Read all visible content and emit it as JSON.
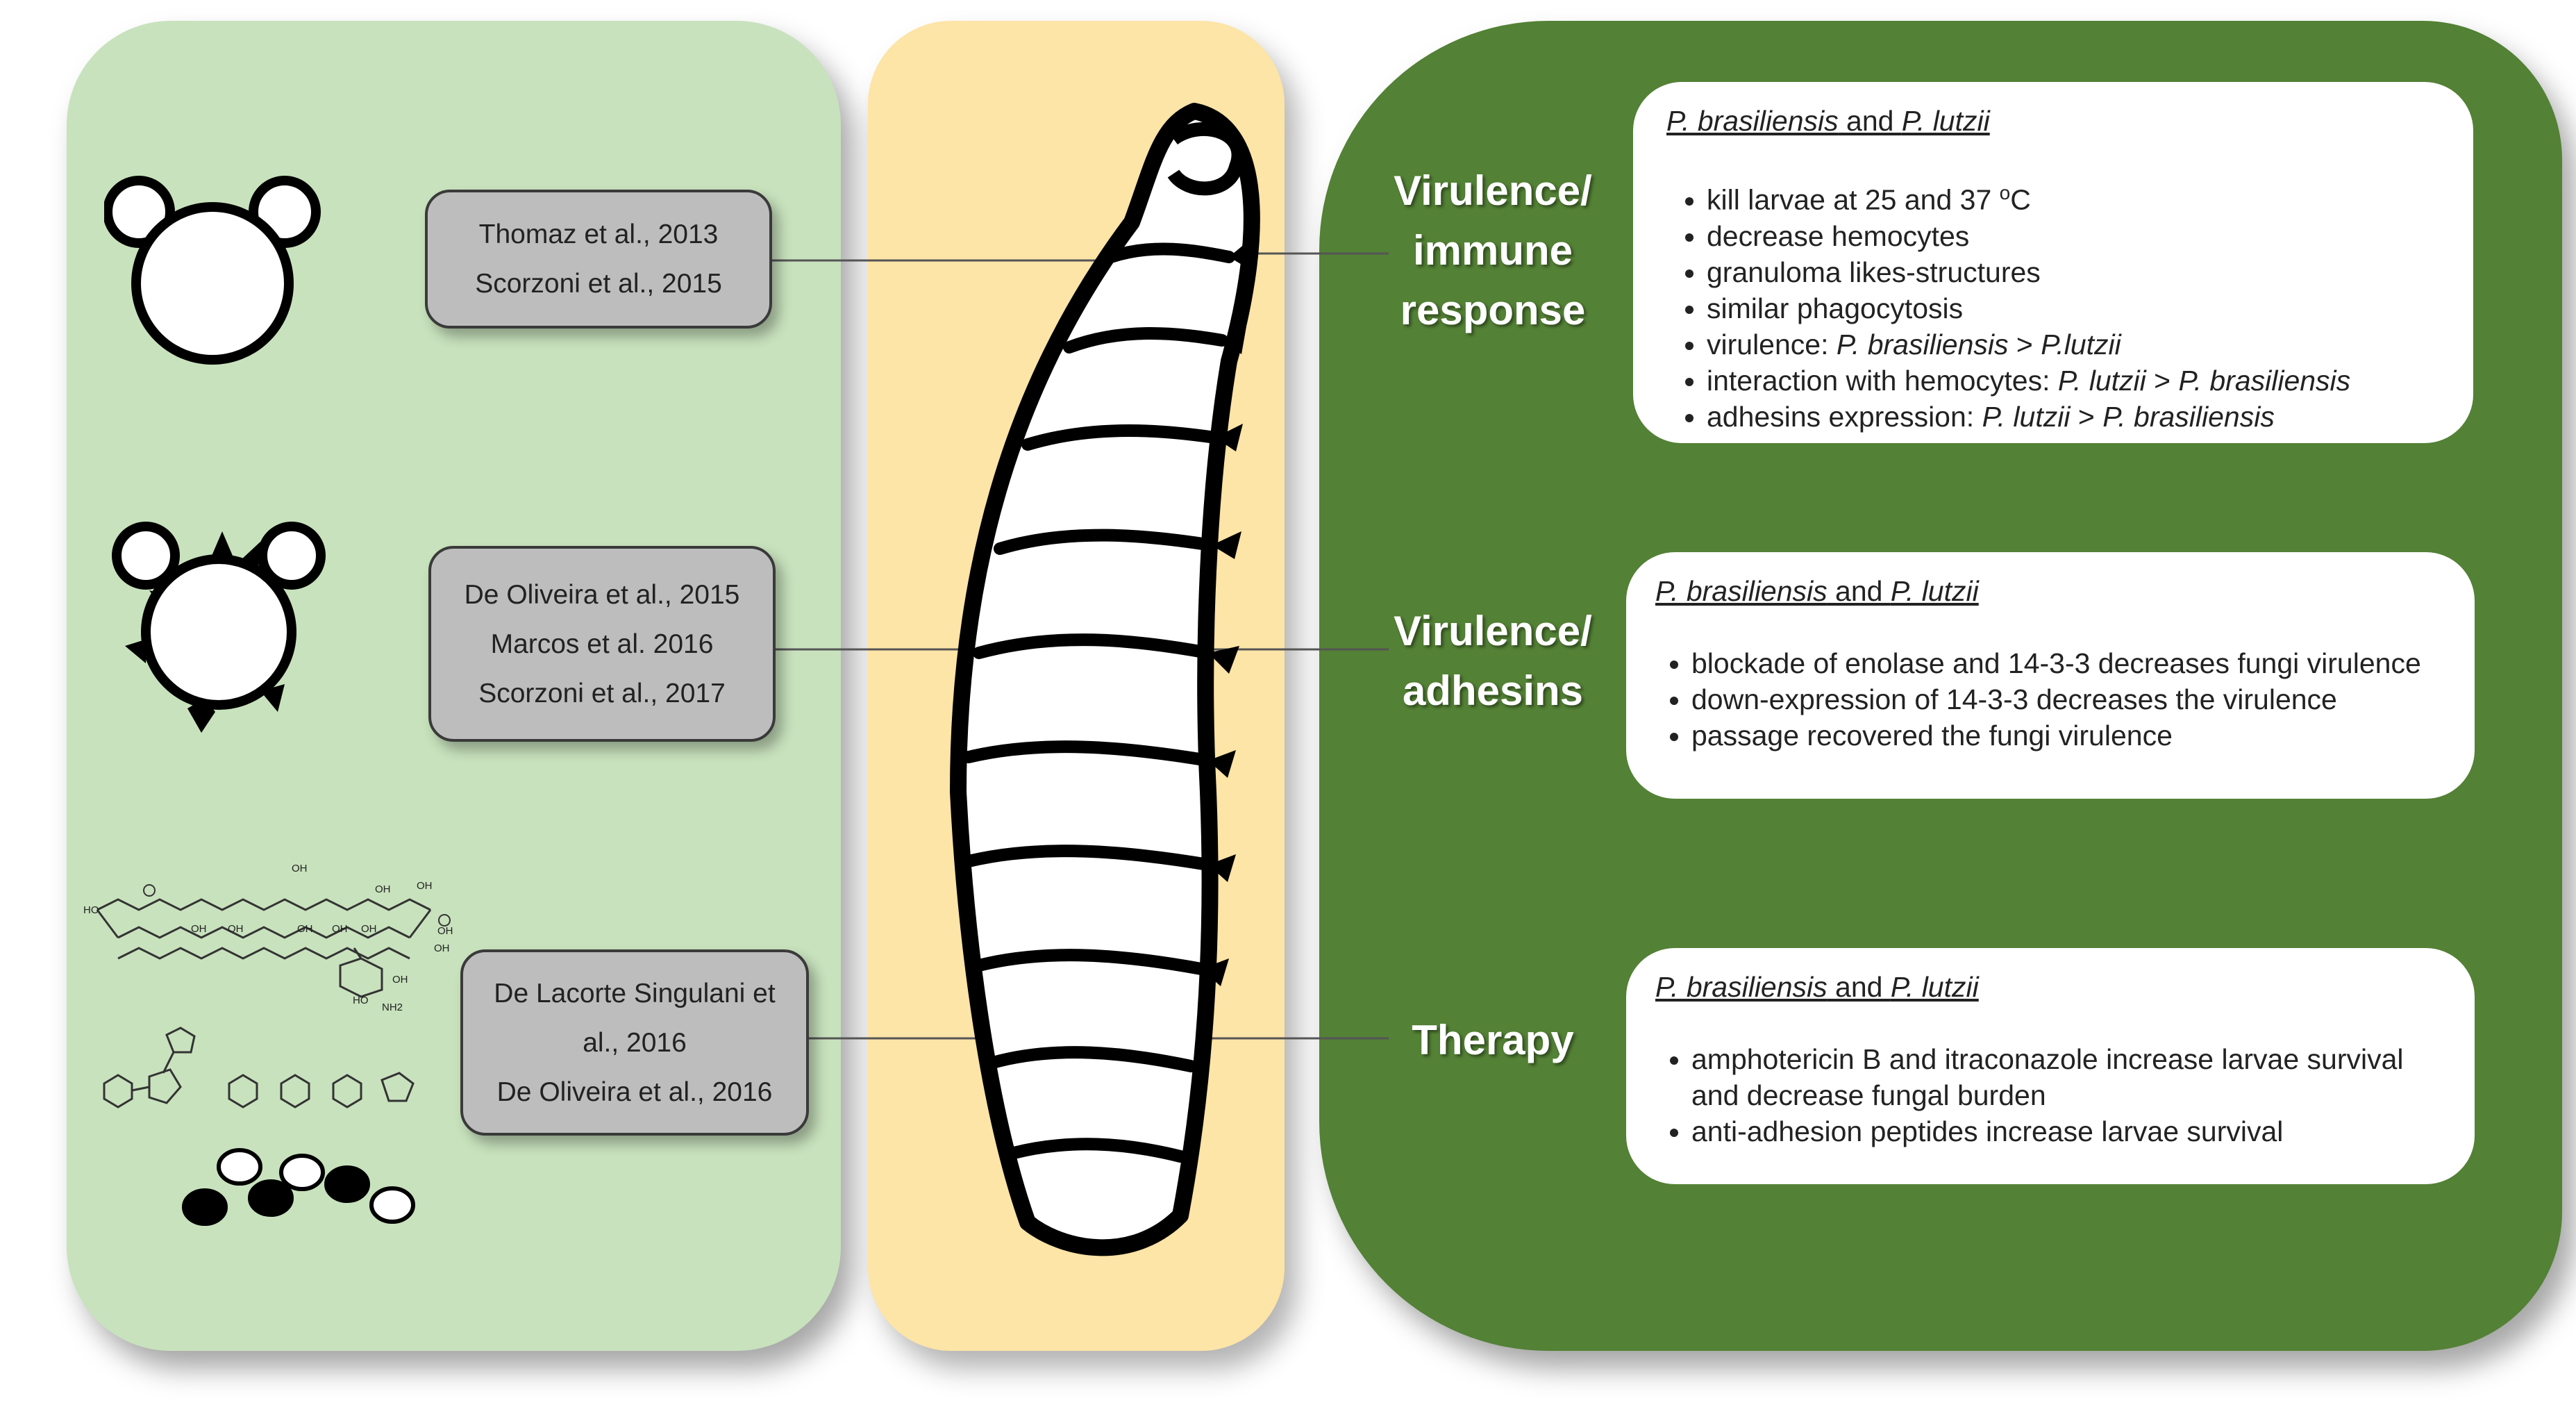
{
  "colors": {
    "left_panel": "#c8e2bd",
    "middle_panel": "#fde4a7",
    "right_panel": "#538135",
    "reference_box": "#bdbdbd",
    "info_box": "#ffffff"
  },
  "icons": {
    "yeast_cell": "yeast-mother-cell-with-two-buds-icon",
    "yeast_adhesins": "yeast-cell-with-surface-adhesins-icon",
    "amphotericin": "amphotericin-b-chemical-structure-icon",
    "itraconazole": "itraconazole-chemical-structure-icon",
    "peptide": "peptide-chain-icon",
    "larva": "galleria-mellonella-larva-icon"
  },
  "amphotericin_labels": [
    "OH",
    "OH",
    "OH",
    "OH",
    "OH",
    "OH",
    "OH",
    "OH",
    "OH",
    "OH",
    "OH",
    "HO",
    "HO",
    "NH2"
  ],
  "references": [
    {
      "lines": [
        "Thomaz et al., 2013",
        "Scorzoni et al., 2015"
      ]
    },
    {
      "lines": [
        "De Oliveira et al., 2015",
        "Marcos et al. 2016",
        "Scorzoni et al., 2017"
      ]
    },
    {
      "lines": [
        "De Lacorte Singulani et",
        "al., 2016",
        "De Oliveira et al., 2016"
      ]
    }
  ],
  "sections": [
    {
      "label_lines": [
        "Virulence/",
        "immune",
        "response"
      ],
      "title": {
        "s1": "P. brasiliensis",
        "and": " and ",
        "s2": "P. lutzii"
      },
      "items": [
        {
          "text": "kill larvae at 25 and 37 ",
          "sup": "o",
          "tail": "C"
        },
        {
          "text": "decrease hemocytes"
        },
        {
          "text": "granuloma likes-structures"
        },
        {
          "text": "similar phagocytosis"
        },
        {
          "text": "virulence: ",
          "i1": "P. brasiliensis",
          "mid": " > ",
          "i2": "P.lutzii"
        },
        {
          "text": "interaction with hemocytes: ",
          "i1": "P. lutzii",
          "mid": " > ",
          "i2": "P. brasiliensis"
        },
        {
          "text": "adhesins expression: ",
          "i1": "P. lutzii",
          "mid": " > ",
          "i2": "P. brasiliensis"
        }
      ]
    },
    {
      "label_lines": [
        "Virulence/",
        "adhesins"
      ],
      "title": {
        "s1": "P. brasiliensis",
        "and": " and ",
        "s2": "P. lutzii"
      },
      "items": [
        {
          "text": "blockade of enolase and 14-3-3 decreases fungi virulence"
        },
        {
          "text": "down-expression of 14-3-3 decreases the virulence"
        },
        {
          "text": "passage recovered the fungi virulence"
        }
      ]
    },
    {
      "label_lines": [
        "Therapy"
      ],
      "title": {
        "s1": "P. brasiliensis",
        "and": " and ",
        "s2": "P. lutzii"
      },
      "items": [
        {
          "text": "amphotericin B and itraconazole increase larvae survival and decrease fungal burden"
        },
        {
          "text": "anti-adhesion peptides increase larvae survival"
        }
      ]
    }
  ]
}
